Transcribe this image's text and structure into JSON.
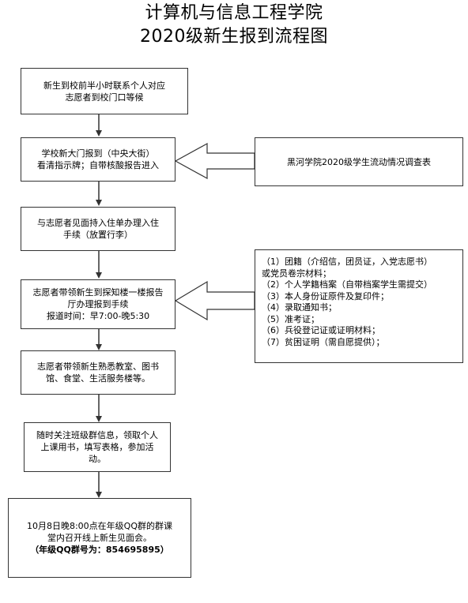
{
  "title": {
    "line1": "计算机与信息工程学院",
    "line2": "2020级新生报到流程图"
  },
  "steps": [
    {
      "lines": [
        "新生到校前半小时联系个人对应",
        "志愿者到校门口等候"
      ]
    },
    {
      "lines": [
        "学校新大门报到（中央大街）",
        "看清指示牌；自带核酸报告进入"
      ]
    },
    {
      "lines": [
        "与志愿者见面持入住单办理入住",
        "手续（放置行李）"
      ]
    },
    {
      "lines": [
        "志愿者带领新生到探知楼一楼报告",
        "厅办理报到手续",
        "报道时间：早7:00-晚5:30"
      ]
    },
    {
      "lines": [
        "志愿者带领新生熟悉教室、图书",
        "馆、食堂、生活服务楼等。"
      ]
    },
    {
      "lines": [
        "随时关注班级群信息，领取个人",
        "上课用书，填写表格，参加活",
        "动。"
      ]
    },
    {
      "lines": [
        "10月8日晚8:00点在年级QQ群的群课",
        "堂内召开线上新生见面会。",
        "（年级QQ群号为：854695895）"
      ]
    }
  ],
  "side_survey": "黑河学院2020级学生流动情况调查表",
  "materials": [
    "（1）团籍（介绍信，团员证，入党志愿书）",
    "或党员卷宗材料；",
    "（2）个人学籍档案（自带档案学生需提交）",
    "（3）本人身份证原件及复印件；",
    "（4）录取通知书；",
    "（5）准考证；",
    "（6）兵役登记证或证明材料；",
    "（7）贫困证明（需自愿提供）；"
  ]
}
